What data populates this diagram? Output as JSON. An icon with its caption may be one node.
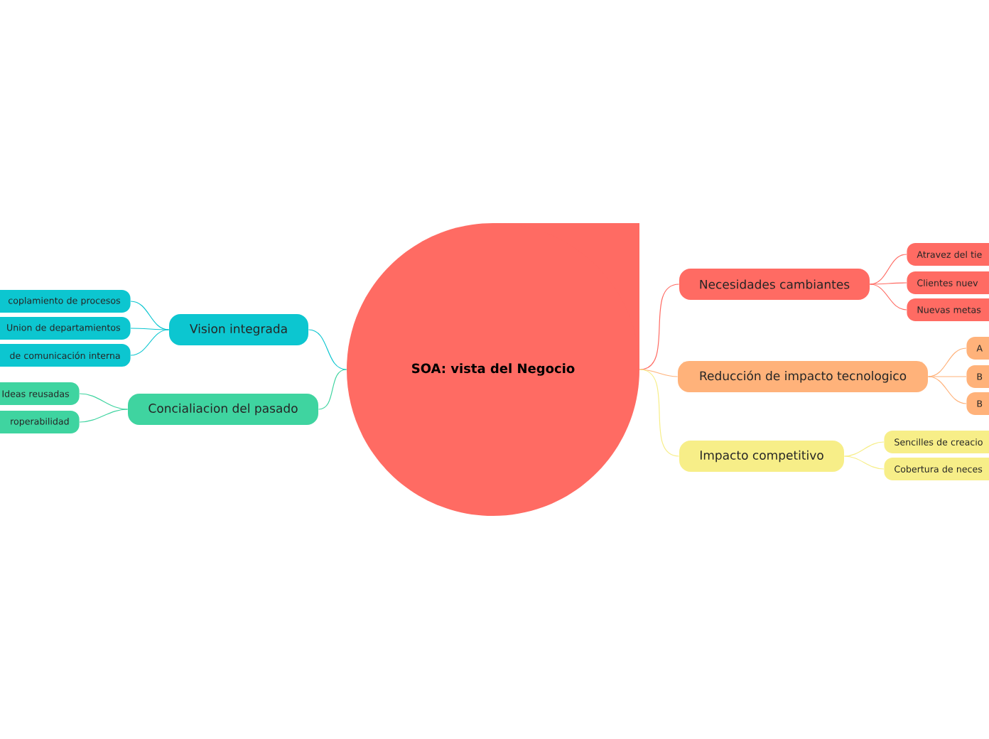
{
  "diagram": {
    "nodes": [
      {
        "text": [
          "SOA: vista del Negocio"
        ]
      },
      {
        "text": [
          "Necesidades cambiantes"
        ]
      },
      {
        "text": [
          "Atravez del tie"
        ]
      },
      {
        "text": [
          "Clientes nuev"
        ]
      },
      {
        "text": [
          "Nuevas metas"
        ]
      },
      {
        "text": [
          "Reducción de impacto tecnologico"
        ]
      },
      {
        "text": [
          "A"
        ]
      },
      {
        "text": [
          "B"
        ]
      },
      {
        "text": [
          "B"
        ]
      },
      {
        "text": [
          "Impacto competitivo"
        ]
      },
      {
        "text": [
          "Sencilles de creacio"
        ]
      },
      {
        "text": [
          "Cobertura de neces"
        ]
      },
      {
        "text": [
          "Vision integrada"
        ]
      },
      {
        "text": [
          "coplamiento de procesos"
        ]
      },
      {
        "text": [
          "Union de departamientos"
        ]
      },
      {
        "text": [
          "de comunicación interna"
        ]
      },
      {
        "text": [
          "Concialiacion del pasado"
        ]
      },
      {
        "text": [
          "Ideas reusadas"
        ]
      },
      {
        "text": [
          "roperabilidad"
        ]
      }
    ],
    "edges": [
      {
        "from": 0,
        "to": 1,
        "arrow": "none",
        "color": "#ff6b63"
      },
      {
        "from": 1,
        "to": 2,
        "arrow": "none",
        "color": "#ff6b63"
      },
      {
        "from": 1,
        "to": 3,
        "arrow": "none",
        "color": "#ff6b63"
      },
      {
        "from": 1,
        "to": 4,
        "arrow": "none",
        "color": "#ff6b63"
      },
      {
        "from": 0,
        "to": 5,
        "arrow": "none",
        "color": "#ffb27a"
      },
      {
        "from": 5,
        "to": 6,
        "arrow": "none",
        "color": "#ffb27a"
      },
      {
        "from": 5,
        "to": 7,
        "arrow": "none",
        "color": "#ffb27a"
      },
      {
        "from": 5,
        "to": 8,
        "arrow": "none",
        "color": "#ffb27a"
      },
      {
        "from": 0,
        "to": 9,
        "arrow": "none",
        "color": "#f7ee88"
      },
      {
        "from": 9,
        "to": 10,
        "arrow": "none",
        "color": "#f7ee88"
      },
      {
        "from": 9,
        "to": 11,
        "arrow": "none",
        "color": "#f7ee88"
      },
      {
        "from": 0,
        "to": 12,
        "arrow": "none",
        "color": "#0cc6d0"
      },
      {
        "from": 12,
        "to": 13,
        "arrow": "none",
        "color": "#0cc6d0"
      },
      {
        "from": 12,
        "to": 14,
        "arrow": "none",
        "color": "#0cc6d0"
      },
      {
        "from": 12,
        "to": 15,
        "arrow": "none",
        "color": "#0cc6d0"
      },
      {
        "from": 0,
        "to": 16,
        "arrow": "none",
        "color": "#3fd4a0"
      },
      {
        "from": 16,
        "to": 17,
        "arrow": "none",
        "color": "#3fd4a0"
      },
      {
        "from": 16,
        "to": 18,
        "arrow": "none",
        "color": "#3fd4a0"
      }
    ]
  }
}
